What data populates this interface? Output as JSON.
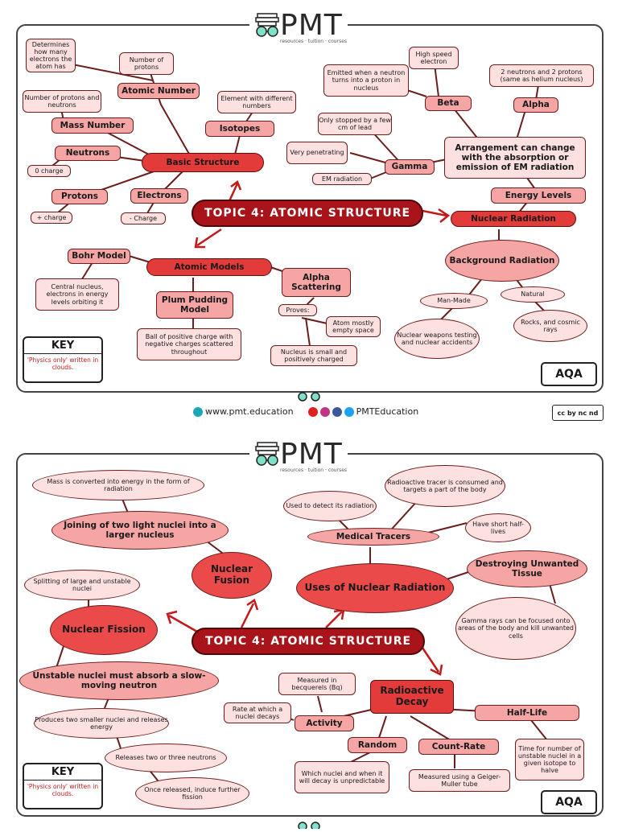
{
  "brand": {
    "name": "PMT",
    "tagline": "resources · tuition · courses"
  },
  "key": {
    "title": "KEY",
    "text": "'Physics only' written in clouds."
  },
  "board": "AQA",
  "footer": {
    "website": "www.pmt.education",
    "social": "PMTEducation",
    "license": "cc by nc nd"
  },
  "page1": {
    "title": "TOPIC 4: ATOMIC STRUCTURE",
    "basic_structure": "Basic Structure",
    "atomic_number": "Atomic Number",
    "number_of_protons": "Number of protons",
    "determines": "Determines how many electrons the atom has",
    "mass_number": "Mass Number",
    "mass_number_note": "Number of protons and neutrons",
    "neutrons": "Neutrons",
    "neutron_charge": "0 charge",
    "protons": "Protons",
    "proton_charge": "+ charge",
    "electrons": "Electrons",
    "electron_charge": "- Charge",
    "isotopes": "Isotopes",
    "isotopes_note": "Element with different numbers",
    "nuclear_radiation": "Nuclear Radiation",
    "energy_levels": "Energy Levels",
    "arrangement": "Arrangement can change with the absorption or emission of EM radiation",
    "alpha": "Alpha",
    "alpha_note": "2 neutrons and 2 protons (same as helium nucleus)",
    "beta": "Beta",
    "beta_note1": "High speed electron",
    "beta_note2": "Emitted when a neutron turns into a proton in nucleus",
    "gamma": "Gamma",
    "gamma_note1": "Only stopped by a few cm of lead",
    "gamma_note2": "Very penetrating",
    "gamma_note3": "EM radiation",
    "background": "Background Radiation",
    "man_made": "Man-Made",
    "man_made_note": "Nuclear weapons testing and nuclear accidents",
    "natural": "Natural",
    "natural_note": "Rocks, and cosmic rays",
    "atomic_models": "Atomic Models",
    "bohr": "Bohr Model",
    "bohr_note": "Central nucleus, electrons in energy levels orbiting it",
    "plum": "Plum Pudding Model",
    "plum_note": "Ball of positive charge with negative charges scattered throughout",
    "alpha_scattering": "Alpha Scattering",
    "proves": "Proves:",
    "proves_note1": "Atom mostly empty space",
    "proves_note2": "Nucleus is small and positively charged"
  },
  "page2": {
    "title": "TOPIC 4: ATOMIC STRUCTURE",
    "fusion": "Nuclear Fusion",
    "fusion_def": "Joining of two light nuclei into a larger nucleus",
    "fusion_note": "Mass is converted into energy in the form of radiation",
    "fission": "Nuclear Fission",
    "fission_def": "Splitting of large and unstable nuclei",
    "fission_absorb": "Unstable nuclei must absorb a slow-moving neutron",
    "fission_prod": "Produces two smaller nuclei and releases energy",
    "fission_neutrons": "Releases two or three neutrons",
    "fission_further": "Once released, induce further fission",
    "uses": "Uses of Nuclear Radiation",
    "tracers": "Medical Tracers",
    "tracer_note1": "Used to detect its radiation",
    "tracer_note2": "Radioactive tracer is consumed and targets a part of the body",
    "tracer_note3": "Have short half-lives",
    "destroy": "Destroying Unwanted Tissue",
    "destroy_note": "Gamma rays can be focused onto areas of the body and kill unwanted cells",
    "decay": "Radioactive Decay",
    "activity": "Activity",
    "activity_note1": "Measured in becquerels (Bq)",
    "activity_note2": "Rate at which a nuclei decays",
    "random": "Random",
    "random_note": "Which nuclei and when it will decay is unpredictable",
    "count_rate": "Count-Rate",
    "count_note": "Measured using a Geiger-Muller tube",
    "half_life": "Half-Life",
    "half_note": "Time for number of unstable nuclei in a given isotope to halve"
  }
}
